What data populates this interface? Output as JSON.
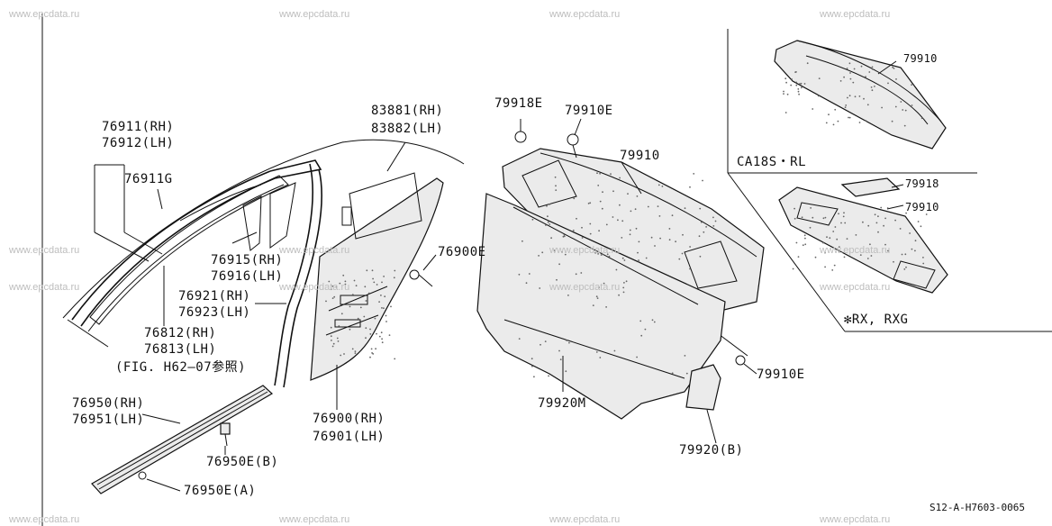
{
  "watermark": "www.epcdata.ru",
  "diagram_code": "S12-A-H7603-0065",
  "labels": {
    "p76911": "76911(RH)",
    "p76912": "76912(LH)",
    "p76911g": "76911G",
    "p76915": "76915(RH)",
    "p76916": "76916(LH)",
    "p76921": "76921(RH)",
    "p76923": "76923(LH)",
    "p76812": "76812(RH)",
    "p76813": "76813(LH)",
    "fig_ref": "(FIG. H62—07参照)",
    "p76950": "76950(RH)",
    "p76951": "76951(LH)",
    "p76950eb": "76950E(B)",
    "p76950ea": "76950E(A)",
    "p83881": "83881(RH)",
    "p83882": "83882(LH)",
    "p76900e": "76900E",
    "p76900": "76900(RH)",
    "p76901": "76901(LH)",
    "p79918e": "79918E",
    "p79910e_top": "79910E",
    "p79910_main": "79910",
    "p79920m": "79920M",
    "p79910e_low": "79910E",
    "p79920b": "79920(B)",
    "p79910_inset1": "79910",
    "inset1_caption": "CA18S・RL",
    "p79918_inset2": "79918",
    "p79910_inset2": "79910",
    "inset2_caption": "✻RX, RXG"
  }
}
